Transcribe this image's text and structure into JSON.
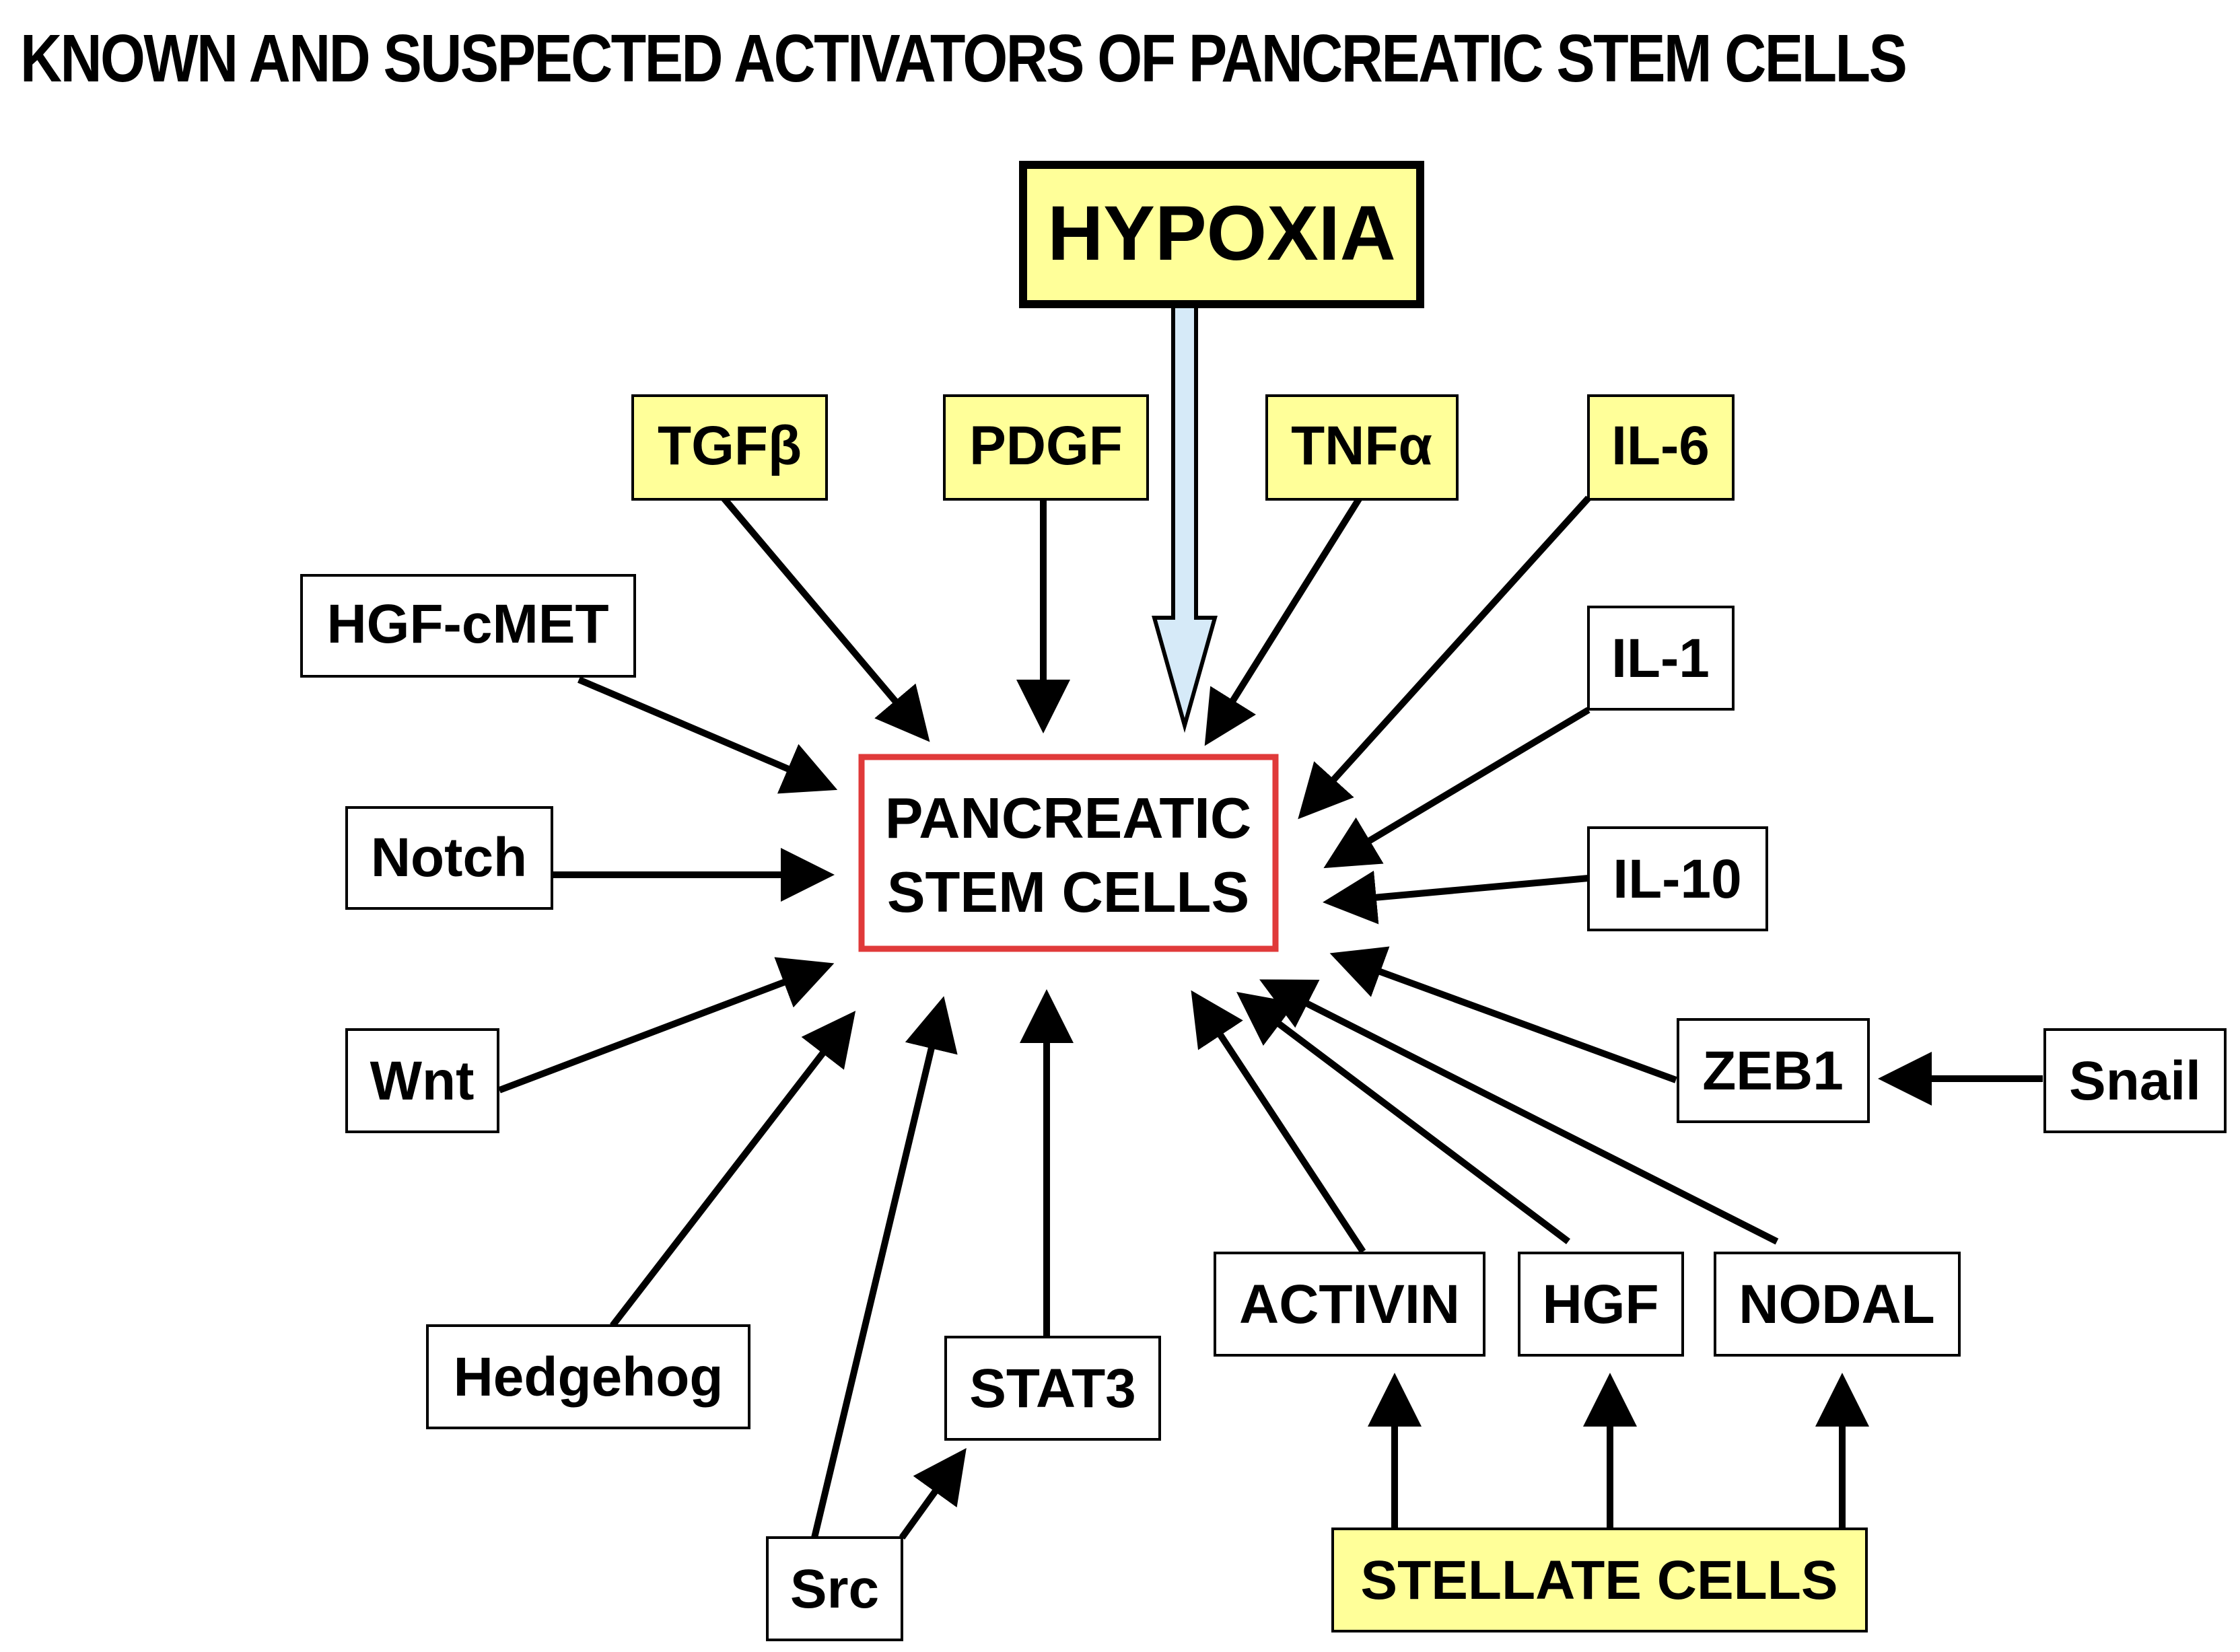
{
  "title": "KNOWN AND SUSPECTED ACTIVATORS OF PANCREATIC STEM CELLS",
  "colors": {
    "yellow_fill": "#ffff99",
    "white_fill": "#ffffff",
    "center_border": "#e03a3a",
    "hypoxia_arrow_fill": "#d6eaf8",
    "stroke": "#000000"
  },
  "nodes": {
    "hypoxia": "HYPOXIA",
    "center_line1": "PANCREATIC",
    "center_line2": "STEM CELLS",
    "tgfb": "TGFβ",
    "pdgf": "PDGF",
    "tnfa": "TNFα",
    "il6": "IL-6",
    "hgf_cmet": "HGF-cMET",
    "il1": "IL-1",
    "notch": "Notch",
    "il10": "IL-10",
    "wnt": "Wnt",
    "zeb1": "ZEB1",
    "snail": "Snail",
    "hedgehog": "Hedgehog",
    "stat3": "STAT3",
    "src": "Src",
    "activin": "ACTIVIN",
    "hgf": "HGF",
    "nodal": "NODAL",
    "stellate": "STELLATE CELLS"
  }
}
